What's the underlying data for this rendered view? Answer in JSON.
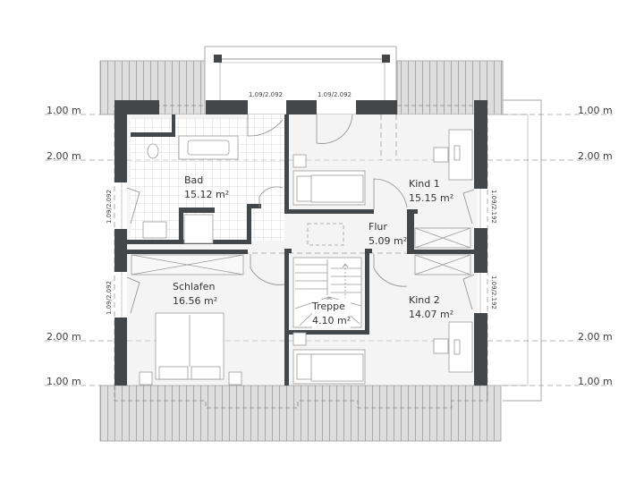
{
  "floor_plan": {
    "colors": {
      "wall": "#44474a",
      "roof_fill": "#dcdcdc",
      "roof_line": "#9a9a9a",
      "floor": "#f3f3f3",
      "tile_line": "#c8c8c8",
      "dashed": "#9a9a9a",
      "furniture_line": "#9a9a9a"
    },
    "height_markers": {
      "left": [
        {
          "label": "1.00 m"
        },
        {
          "label": "2.00 m"
        },
        {
          "label": "2.00 m"
        },
        {
          "label": "1.00 m"
        }
      ],
      "right": [
        {
          "label": "1.00 m"
        },
        {
          "label": "2.00 m"
        },
        {
          "label": "2.00 m"
        },
        {
          "label": "1.00 m"
        }
      ]
    },
    "window_dimensions": {
      "top_left": "1.09/2.092",
      "top_right": "1.09/2.092",
      "left_upper": "1.09/2.092",
      "left_lower": "1.09/2.092",
      "right_upper": "1.09/2.192",
      "right_lower": "1.09/2.192"
    },
    "rooms": [
      {
        "name": "Bad",
        "area": "15.12 m²"
      },
      {
        "name": "Kind 1",
        "area": "15.15 m²"
      },
      {
        "name": "Flur",
        "area": "5.09 m²"
      },
      {
        "name": "Schlafen",
        "area": "16.56 m²"
      },
      {
        "name": "Treppe",
        "area": "4.10 m²"
      },
      {
        "name": "Kind 2",
        "area": "14.07 m²"
      }
    ]
  }
}
